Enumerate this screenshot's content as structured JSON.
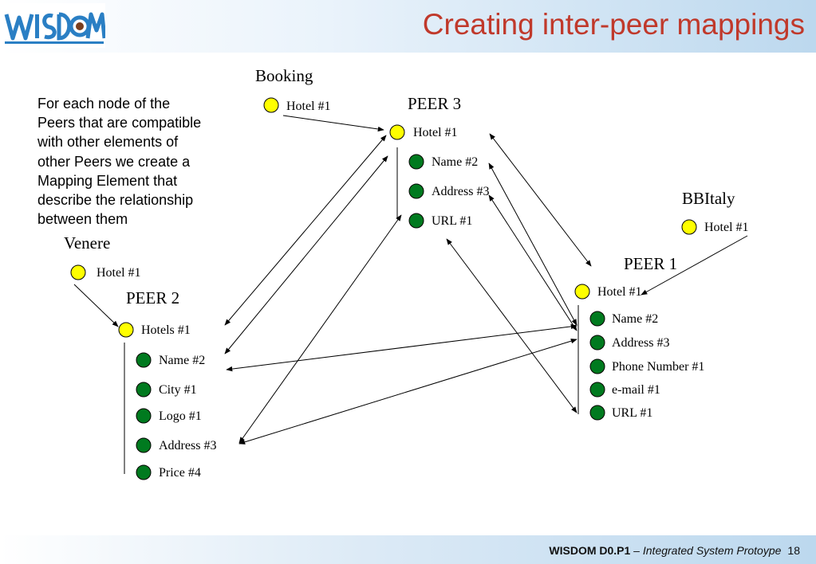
{
  "slide": {
    "title": "Creating inter-peer mappings",
    "intro": "For each node of the\nPeers that are compatible\nwith other elements of\nother Peers we create a\nMapping Element that\ndescribe the relationship\nbetween them"
  },
  "logo": {
    "text": "WISDOM"
  },
  "footer": {
    "project": "WISDOM D0.P1",
    "separator": " – ",
    "subtitle": "Integrated System Protoype",
    "page": "18"
  },
  "colors": {
    "title": "#c0392b",
    "node_yellow": "#ffff00",
    "node_green": "#007a1f",
    "arrow": "#000000"
  },
  "diagram": {
    "booking": {
      "name": "Booking",
      "hotel": "Hotel #1"
    },
    "peer3": {
      "name": "PEER 3",
      "hotel": "Hotel #1",
      "fields": [
        "Name #2",
        "Address #3",
        "URL #1"
      ]
    },
    "bbitaly": {
      "name": "BBItaly",
      "hotel": "Hotel #1"
    },
    "peer1": {
      "name": "PEER 1",
      "hotel": "Hotel #1",
      "fields": [
        "Name #2",
        "Address #3",
        "Phone Number #1",
        "e-mail #1",
        "URL #1"
      ]
    },
    "venere": {
      "name": "Venere",
      "hotel": "Hotel #1"
    },
    "peer2": {
      "name": "PEER 2",
      "hotel": "Hotels #1",
      "fields": [
        "Name #2",
        "City #1",
        "Logo #1",
        "Address #3",
        "Price #4"
      ]
    }
  }
}
